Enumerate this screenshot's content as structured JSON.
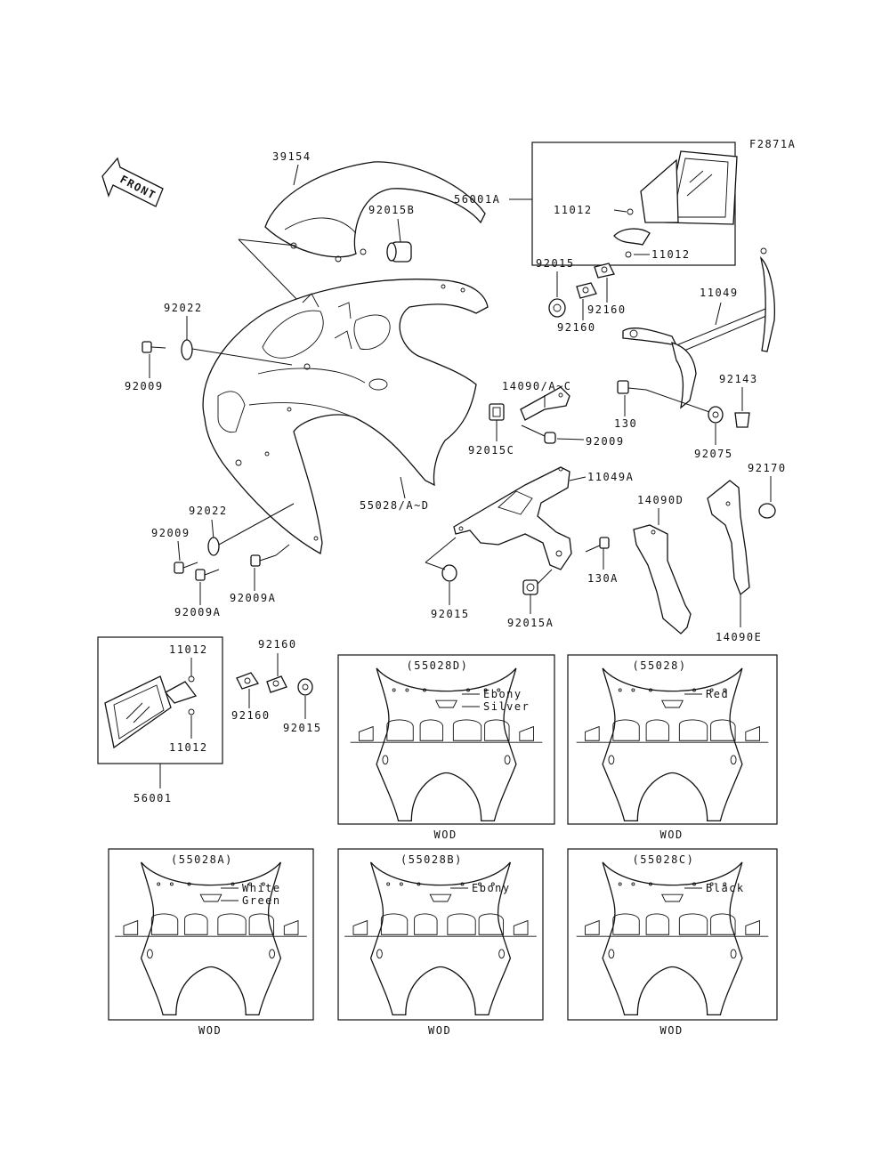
{
  "figure_code": "F2871A",
  "front_label": "FRONT",
  "parts": {
    "p39154": "39154",
    "p56001A": "56001A",
    "p11012_a": "11012",
    "p11012_b": "11012",
    "p92015B": "92015B",
    "p92015_top": "92015",
    "p92160_a": "92160",
    "p92160_b": "92160",
    "p11049": "11049",
    "p92022_a": "92022",
    "p92009_a": "92009",
    "p14090AC": "14090/A~C",
    "p92143": "92143",
    "p130": "130",
    "p92015C": "92015C",
    "p92009_b": "92009",
    "p92075": "92075",
    "p11049A": "11049A",
    "p92170": "92170",
    "p55028AD": "55028/A~D",
    "p14090D": "14090D",
    "p92022_b": "92022",
    "p92009_c": "92009",
    "p130A": "130A",
    "p92009A_a": "92009A",
    "p92009A_b": "92009A",
    "p92015_mid": "92015",
    "p92015A": "92015A",
    "p14090E": "14090E",
    "p11012_c": "11012",
    "p11012_d": "11012",
    "p92160_c": "92160",
    "p92160_d": "92160",
    "p92015_low": "92015",
    "p56001": "56001"
  },
  "variants": [
    {
      "code": "(55028D)",
      "colors": [
        "Ebony",
        "Silver"
      ],
      "note": "WOD"
    },
    {
      "code": "(55028)",
      "colors": [
        "Red"
      ],
      "note": "WOD"
    },
    {
      "code": "(55028A)",
      "colors": [
        "White",
        "Green"
      ],
      "note": "WOD"
    },
    {
      "code": "(55028B)",
      "colors": [
        "Ebony"
      ],
      "note": "WOD"
    },
    {
      "code": "(55028C)",
      "colors": [
        "Black"
      ],
      "note": "WOD"
    }
  ]
}
